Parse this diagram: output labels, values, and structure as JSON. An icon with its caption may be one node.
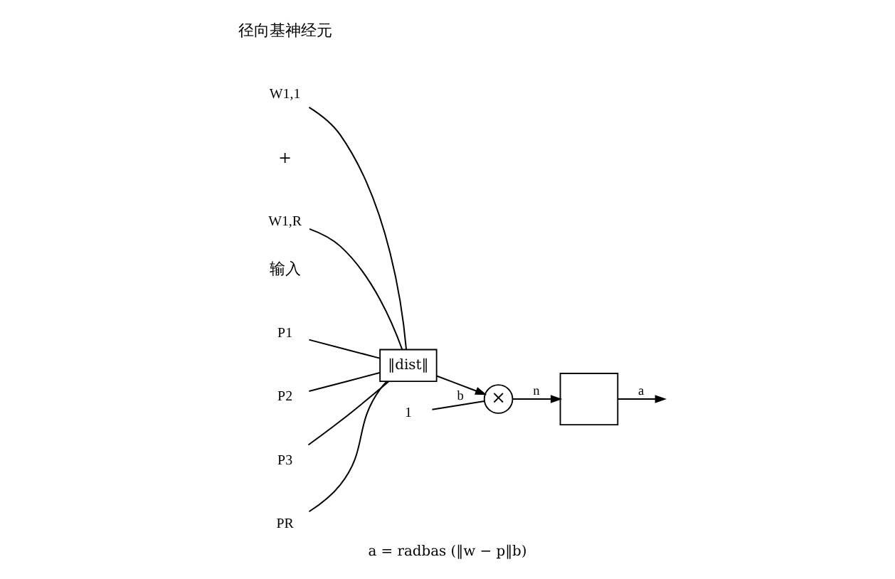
{
  "diagram": {
    "caption": "a = radbas (‖w − p‖b)",
    "nodes": [
      {
        "text": [
          "P1"
        ]
      },
      {
        "text": [
          "P2"
        ]
      },
      {
        "text": [
          "P3"
        ]
      },
      {
        "text": [
          "PR"
        ]
      },
      {
        "text": [
          "W1,1"
        ]
      },
      {
        "text": [
          "W1,R"
        ]
      },
      {
        "text": [
          "‖dist‖"
        ]
      },
      {
        "text": [
          "×"
        ]
      },
      {
        "text": [
          "1"
        ]
      },
      {
        "text": [],
        "shape": "box"
      }
    ],
    "edges": [
      {
        "from": 0,
        "to": 6,
        "arrow": "none"
      },
      {
        "from": 1,
        "to": 6,
        "arrow": "none"
      },
      {
        "from": 2,
        "to": 6,
        "arrow": "none"
      },
      {
        "from": 3,
        "to": 6,
        "arrow": "none"
      },
      {
        "from": 4,
        "to": 6,
        "arrow": "none"
      },
      {
        "from": 5,
        "to": 6,
        "arrow": "none"
      },
      {
        "from": 6,
        "to": 7,
        "arrow": "to"
      },
      {
        "from": 8,
        "to": 7,
        "arrow": "none",
        "label": "b"
      },
      {
        "from": 7,
        "to": 9,
        "arrow": "to",
        "label": "n"
      },
      {
        "from": 9,
        "to": null,
        "arrow": "to",
        "label": "a"
      }
    ],
    "labels": [
      "输入",
      "径向基神经元",
      "+"
    ]
  }
}
